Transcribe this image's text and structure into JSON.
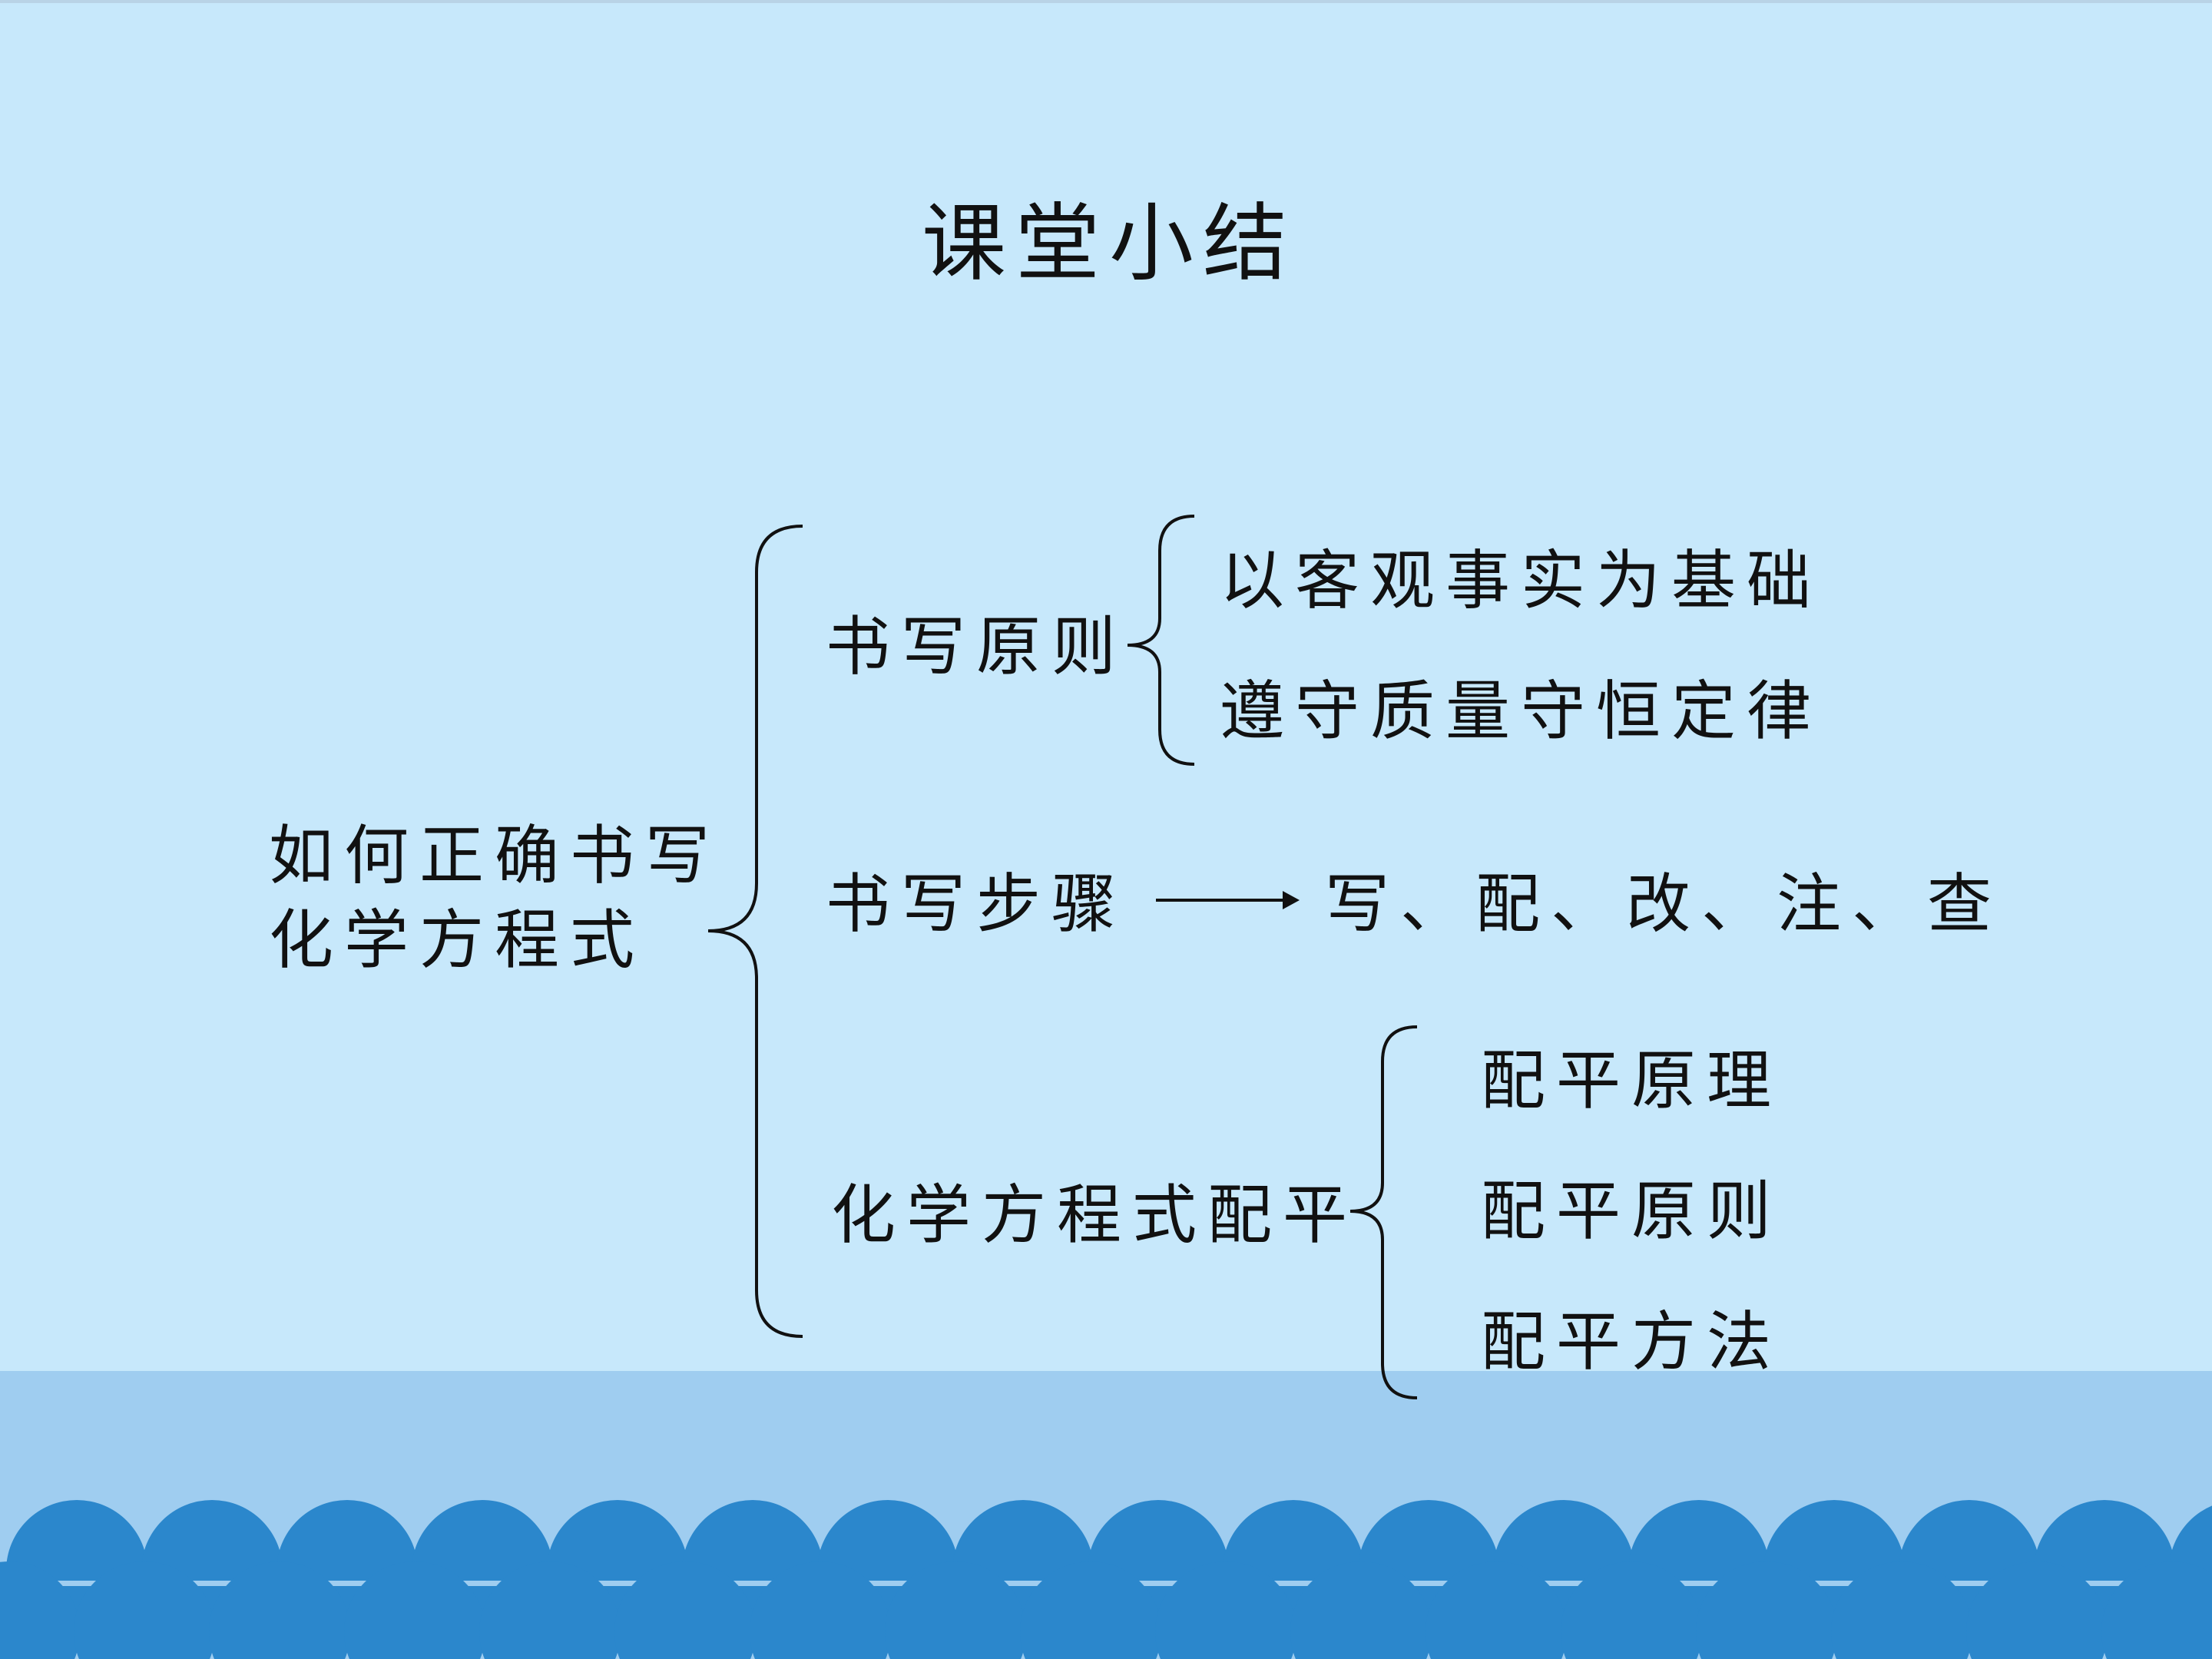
{
  "slide": {
    "title": "课堂小结",
    "root": {
      "line1": "如何正确书写",
      "line2": "化学方程式"
    },
    "branches": {
      "principles": {
        "label": "书写原则",
        "items": [
          "以客观事实为基础",
          "遵守质量守恒定律"
        ]
      },
      "steps": {
        "label": "书写步骤",
        "result": "写、配、改、注、查"
      },
      "balancing": {
        "label": "化学方程式配平",
        "items": [
          "配平原理",
          "配平原则",
          "配平方法"
        ]
      }
    }
  },
  "colors": {
    "background": "#c7e8fb",
    "sea_band": "#9fcdf0",
    "wave": "#2b87cc"
  }
}
